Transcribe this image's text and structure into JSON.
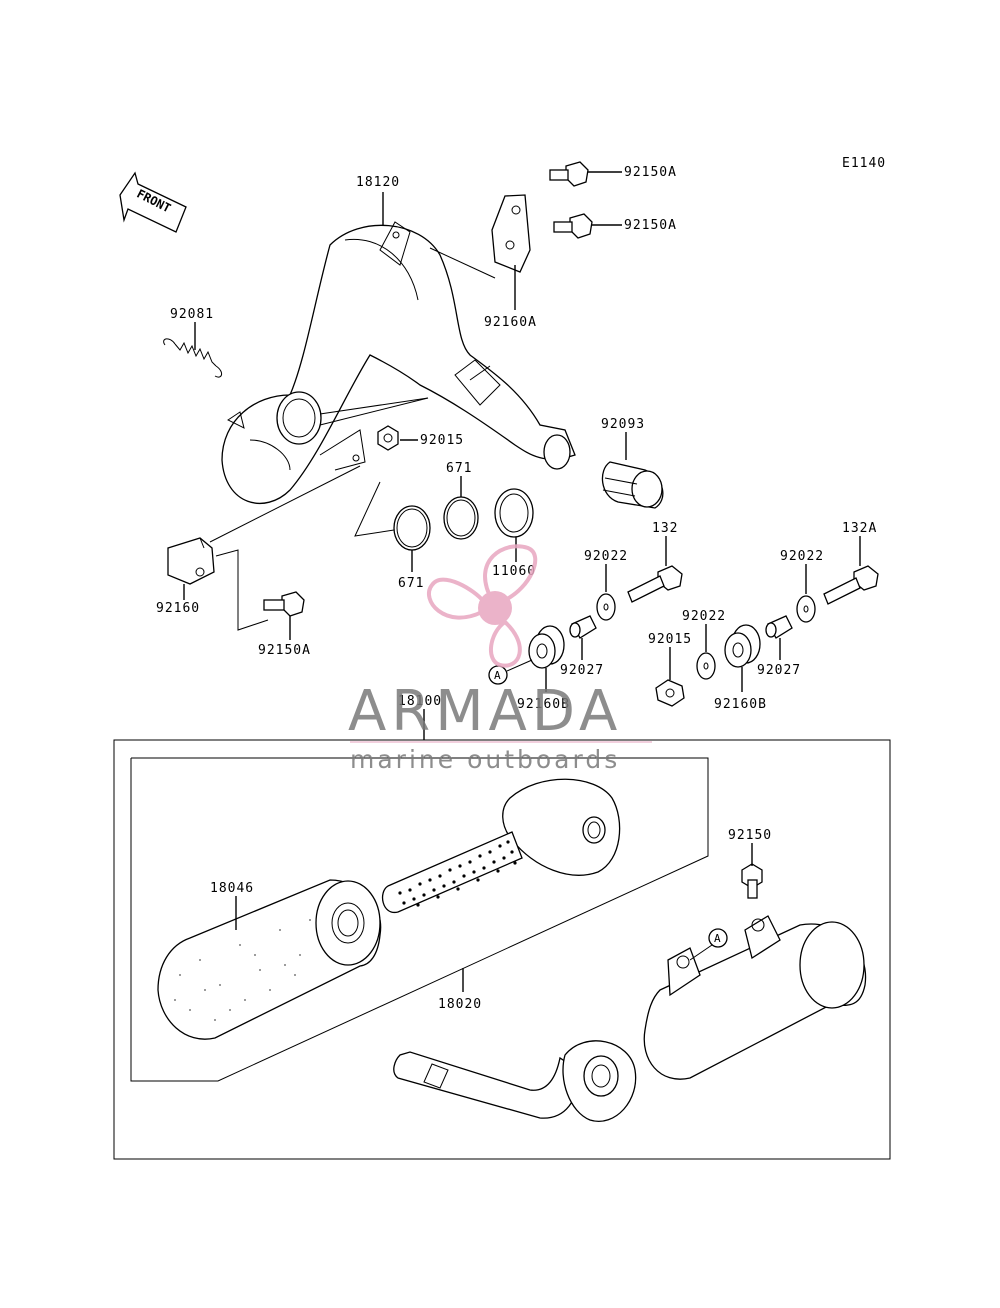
{
  "diagram_code": "E1140",
  "front_label": "FRONT",
  "callout_a": "A",
  "parts": {
    "p18120": "18120",
    "p92150A_1": "92150A",
    "p92150A_2": "92150A",
    "p92160A": "92160A",
    "p92081": "92081",
    "p92015_a": "92015",
    "p671_a": "671",
    "p671_b": "671",
    "p11060": "11060",
    "p92093": "92093",
    "p92160": "92160",
    "p92150A_3": "92150A",
    "p132": "132",
    "p132A": "132A",
    "p92022_a": "92022",
    "p92022_b": "92022",
    "p92022_c": "92022",
    "p92015_b": "92015",
    "p92027_a": "92027",
    "p92027_b": "92027",
    "p92160B_a": "92160B",
    "p92160B_b": "92160B",
    "p18100": "18100",
    "p92150": "92150",
    "p18046": "18046",
    "p18020": "18020"
  },
  "watermark": {
    "title": "ARMADA",
    "subtitle": "marine outboards",
    "accent_color": "#e8a6c0",
    "text_color": "#7a7a7a"
  }
}
